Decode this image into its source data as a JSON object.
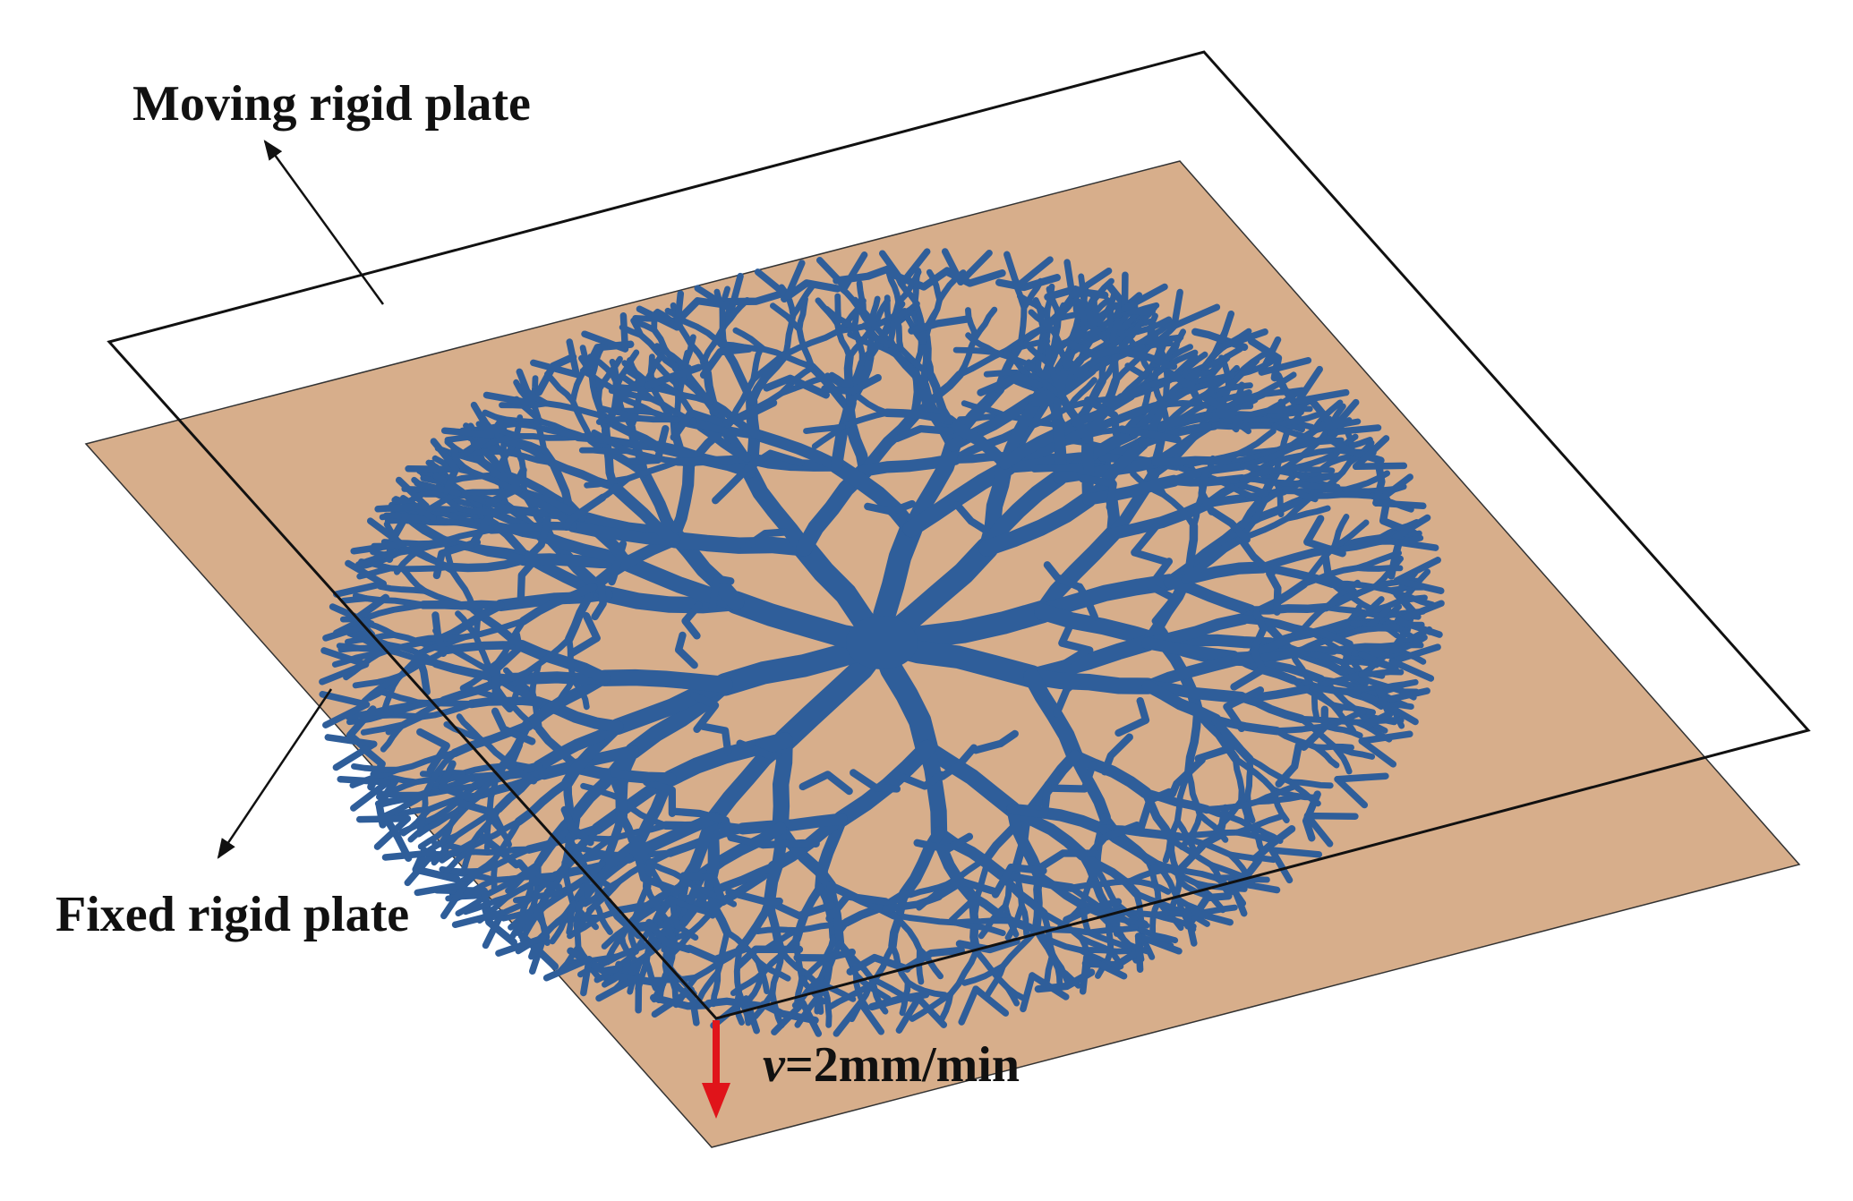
{
  "labels": {
    "moving_plate": "Moving rigid plate",
    "fixed_plate": "Fixed rigid plate",
    "velocity_symbol": "v",
    "velocity_value": "=2mm/min"
  },
  "colors": {
    "fixed_plate_fill": "#d7ae8b",
    "specimen": "#2f5e9a",
    "velocity_arrow": "#e0141a",
    "outline": "#111111"
  },
  "icons": {
    "velocity_arrow": "red-down-arrow",
    "leader_arrows": "thin-black-arrow"
  }
}
